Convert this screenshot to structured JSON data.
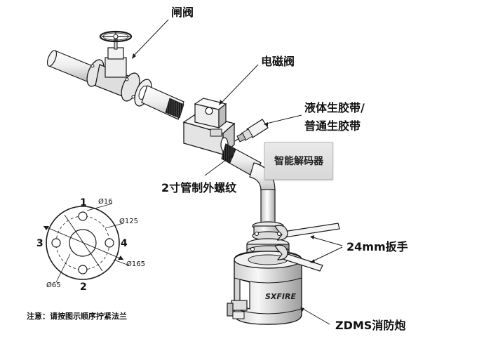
{
  "labels": {
    "gate_valve": "闸阀",
    "solenoid_valve": "电磁阀",
    "liquid_tape_line1": "液体生胶带/",
    "liquid_tape_line2": "普通生胶带",
    "decoder": "智能解码器",
    "thread": "2寸管制外螺纹",
    "wrench": "24mm扳手",
    "cannon": "ZDMS消防炮"
  },
  "flange": {
    "bolt_numbers": [
      "1",
      "2",
      "3",
      "4"
    ],
    "dim_hole": "Ø16",
    "dim_bolt_circle": "Ø125",
    "dim_outer": "Ø165",
    "dim_bore": "Ø65"
  },
  "note": "注意：请按图示顺序拧紧法兰",
  "brand": "SXFIRE",
  "colors": {
    "line": "#1a1a1a",
    "metal_light": "#f2f2f2",
    "metal_mid": "#cfcfcf",
    "metal_dark": "#8a8a8a",
    "brand_text": "#222222"
  }
}
